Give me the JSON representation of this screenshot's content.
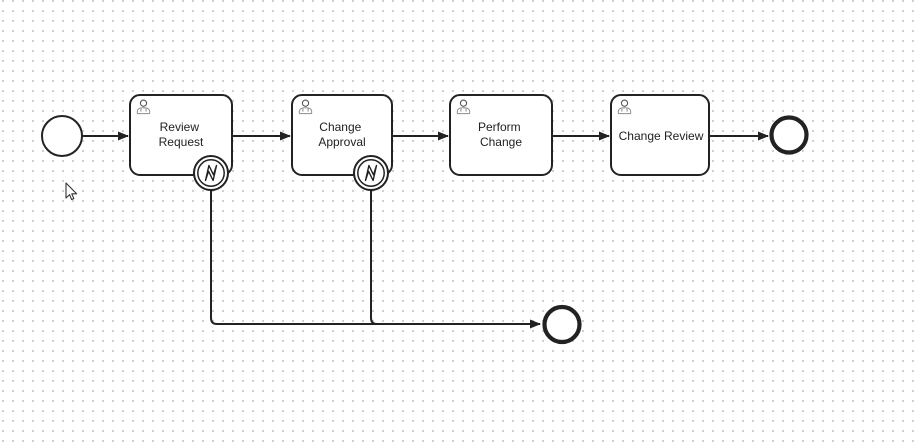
{
  "canvas": {
    "background_color": "#ffffff",
    "grid_dot_color": "#cbcbcb",
    "stroke_color": "#222222",
    "label_color": "#222222"
  },
  "process": {
    "start_event": {
      "type": "start-event"
    },
    "tasks": [
      {
        "type": "user-task",
        "label": "Review Request",
        "lines": [
          "Review",
          "Request"
        ]
      },
      {
        "type": "user-task",
        "label": "Change Approval",
        "lines": [
          "Change",
          "Approval"
        ]
      },
      {
        "type": "user-task",
        "label": "Perform Change",
        "lines": [
          "Perform",
          "Change"
        ]
      },
      {
        "type": "user-task",
        "label": "Change Review",
        "lines": [
          "Change Review"
        ]
      }
    ],
    "boundary_events": [
      {
        "type": "error-boundary-event",
        "attached_to": "Review Request"
      },
      {
        "type": "error-boundary-event",
        "attached_to": "Change Approval"
      }
    ],
    "end_events": [
      {
        "type": "end-event",
        "position": "main-flow-right"
      },
      {
        "type": "end-event",
        "position": "error-flow-bottom"
      }
    ],
    "icons": {
      "task_marker": "user-icon",
      "boundary_marker": "error-lightning-icon"
    }
  },
  "cursor": {
    "type": "arrow-pointer"
  }
}
